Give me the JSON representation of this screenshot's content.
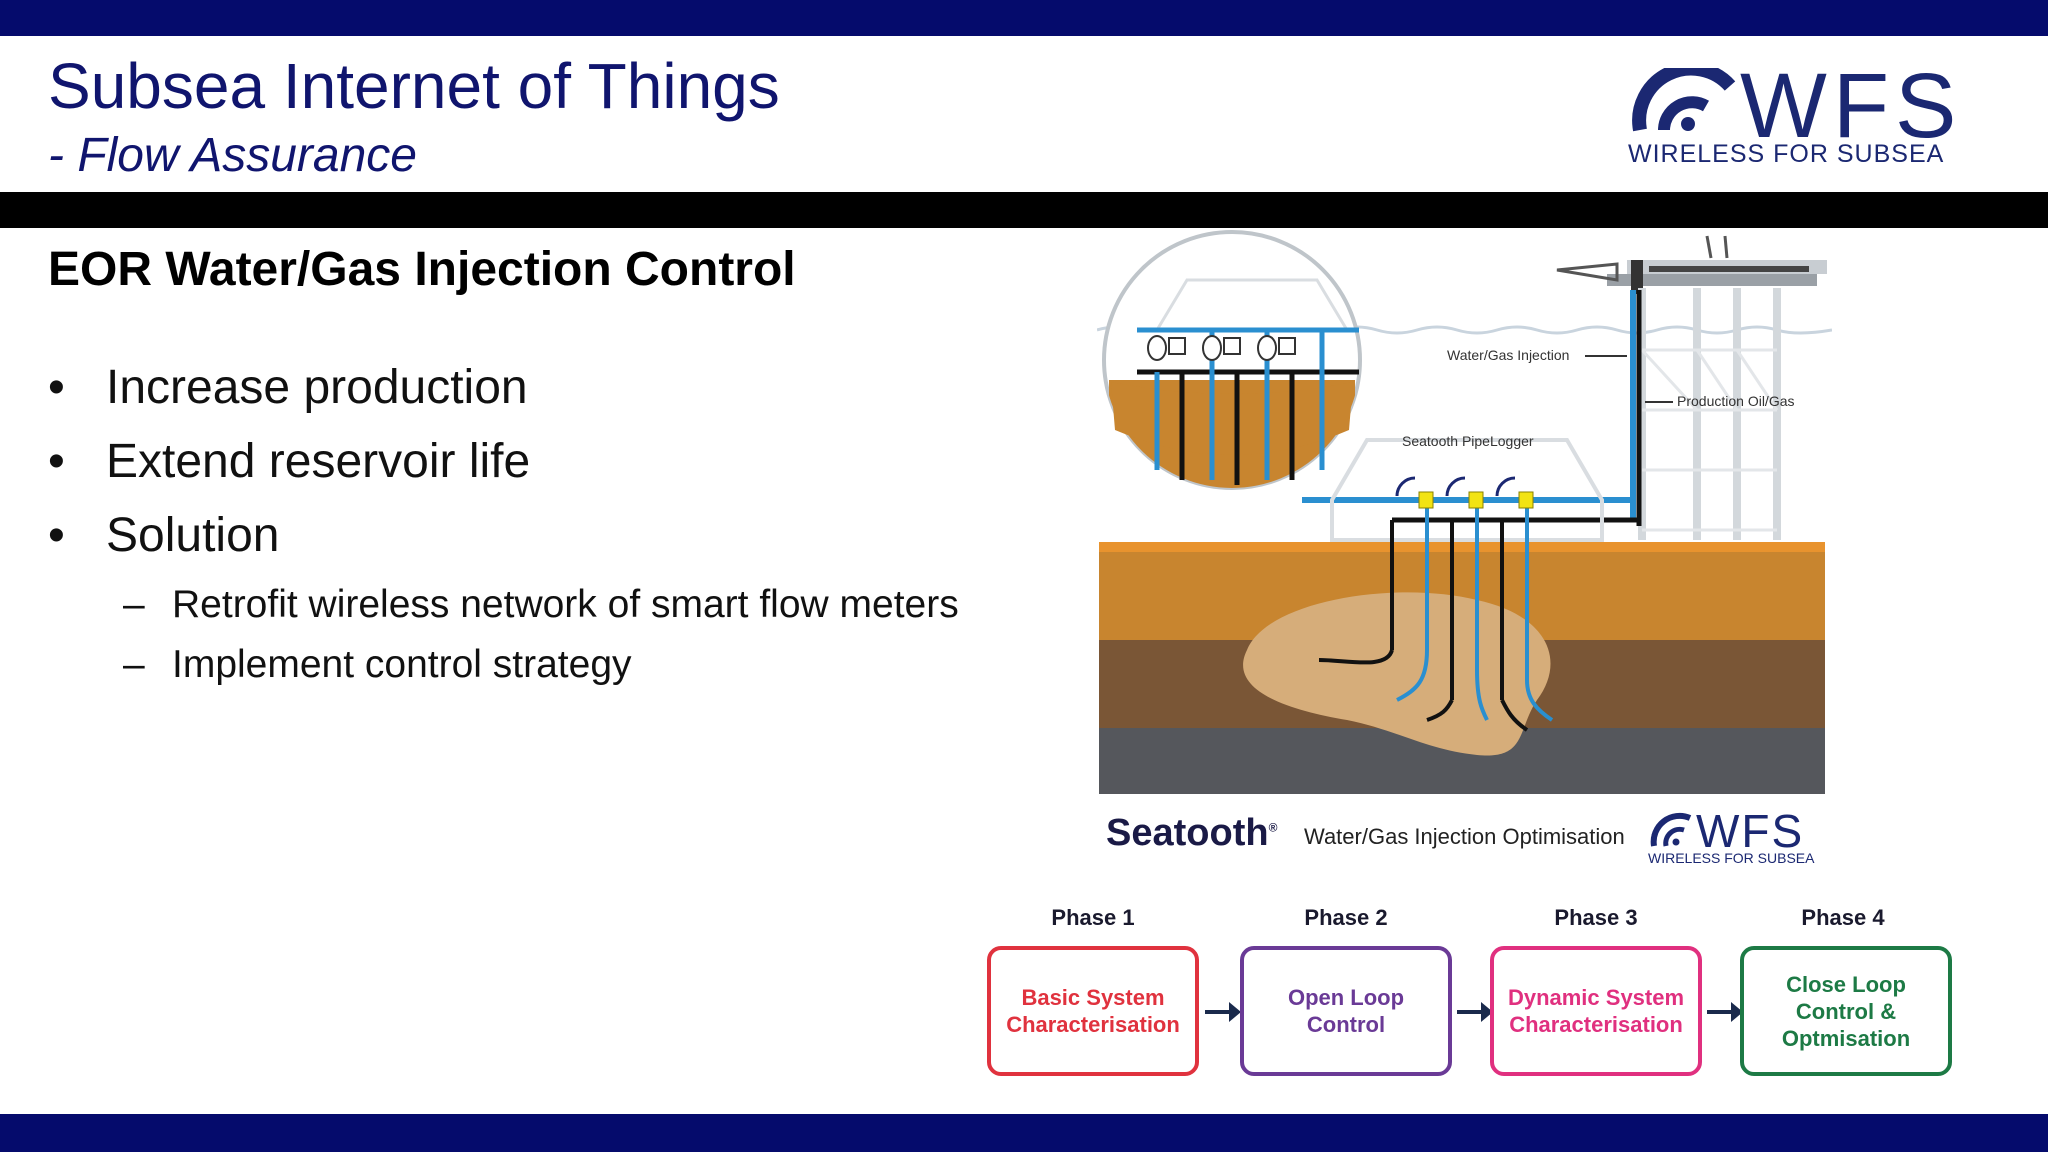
{
  "header": {
    "title": "Subsea Internet of Things",
    "subtitle": "- Flow Assurance",
    "logo_text": "WFS",
    "logo_sub": "WIRELESS FOR SUBSEA"
  },
  "content": {
    "heading": "EOR Water/Gas Injection Control",
    "bullet_symbol": "•",
    "dash_symbol": "–",
    "bullets": [
      "Increase production",
      "Extend reservoir life",
      "Solution"
    ],
    "sub_bullets": [
      "Retrofit wireless network of smart flow meters",
      "Implement control strategy"
    ]
  },
  "diagram": {
    "label_injection": "Water/Gas Injection",
    "label_production": "Production Oil/Gas",
    "label_pipelogger": "Seatooth PipeLogger"
  },
  "caption": {
    "brand": "Seatooth",
    "reg": "®",
    "text": "Water/Gas Injection Optimisation",
    "logo_text": "WFS",
    "logo_sub": "WIRELESS FOR SUBSEA"
  },
  "phases": [
    {
      "label": "Phase 1",
      "box": "Basic System Characterisation",
      "color": "#e0323e"
    },
    {
      "label": "Phase 2",
      "box": "Open Loop Control",
      "color": "#6a3a96"
    },
    {
      "label": "Phase 3",
      "box": "Dynamic System Characterisation",
      "color": "#e0307f"
    },
    {
      "label": "Phase 4",
      "box": "Close Loop Control & Optmisation",
      "color": "#1d7a45"
    }
  ],
  "colors": {
    "navy": "#050b6c",
    "title_text": "#10156e",
    "pipe_blue": "#2a8fd0",
    "sensor_yellow": "#f2e313",
    "soil_orange": "#c8852f"
  }
}
